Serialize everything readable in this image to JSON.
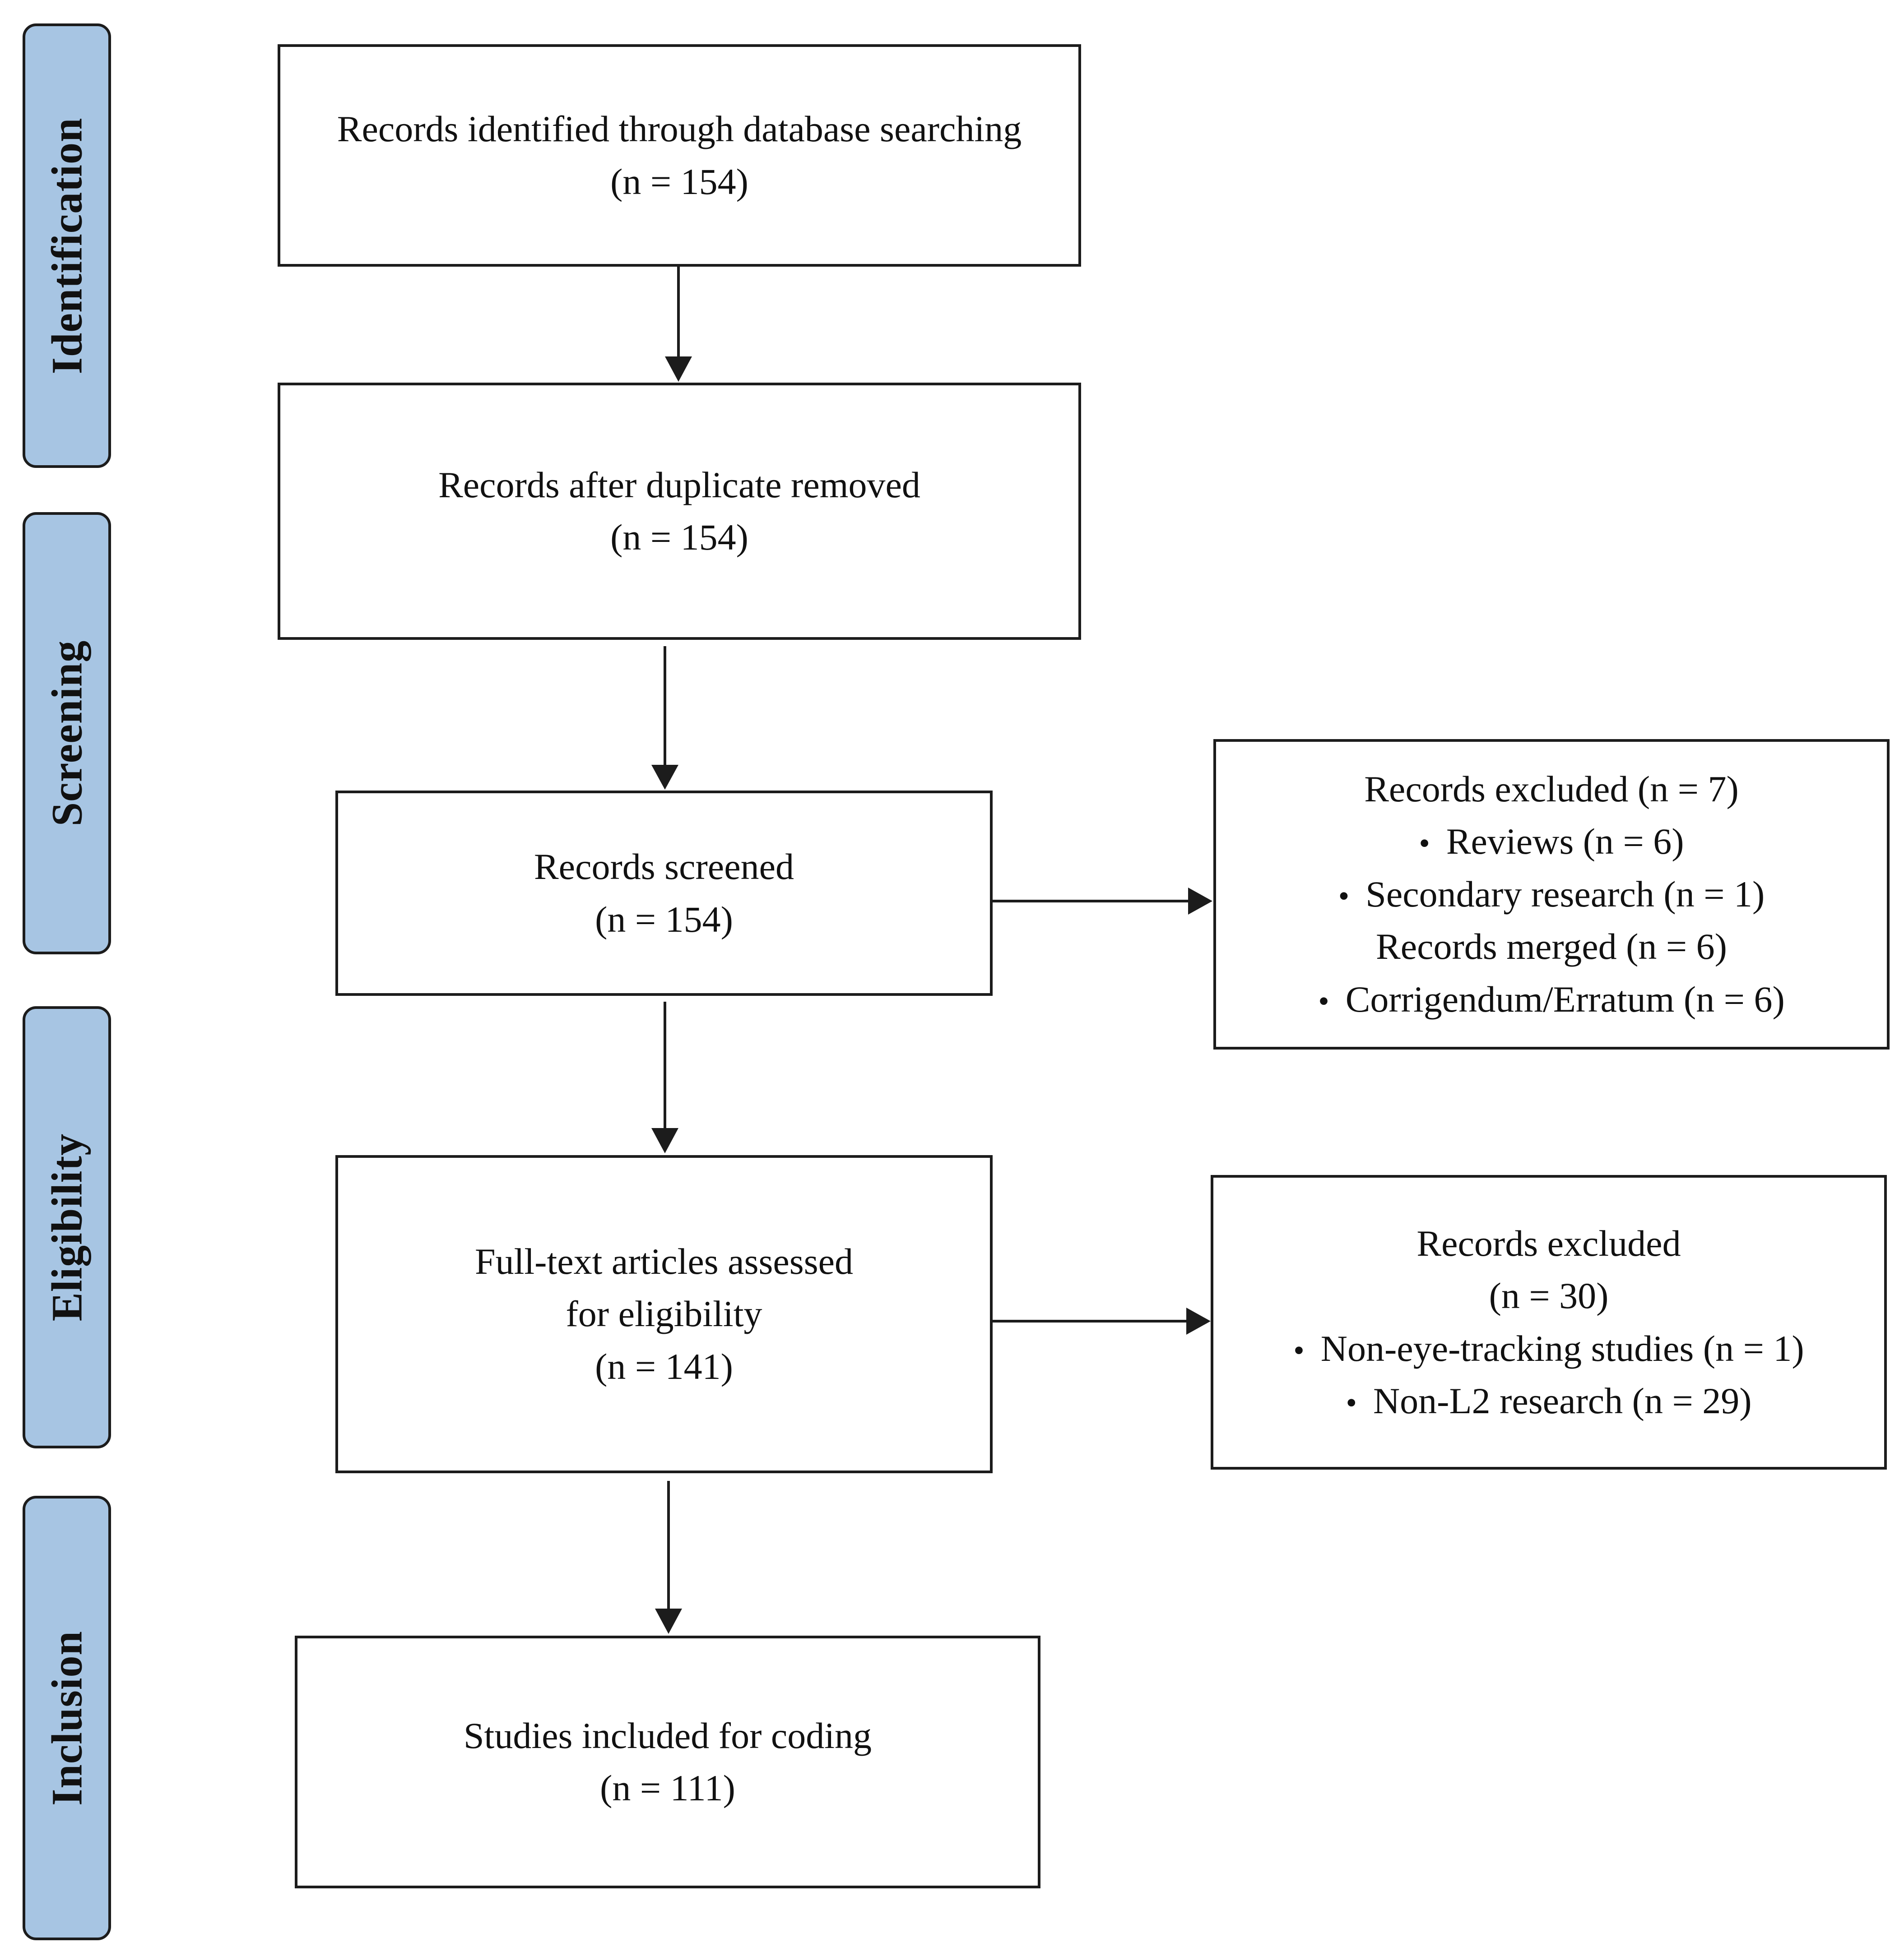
{
  "phases": {
    "identification": "Identification",
    "screening": "Screening",
    "eligibility": "Eligibility",
    "inclusion": "Inclusion"
  },
  "boxes": {
    "identified": {
      "line1": "Records identified through database searching",
      "line2": "(n = 154)"
    },
    "after_duplicates": {
      "line1": "Records after duplicate removed",
      "line2": "(n = 154)"
    },
    "screened": {
      "line1": "Records screened",
      "line2": "(n = 154)"
    },
    "excluded_screening": {
      "title": "Records excluded (n = 7)",
      "items": [
        "Reviews (n = 6)",
        "Secondary research (n = 1)"
      ],
      "merged": "Records merged (n = 6)",
      "merged_items": [
        "Corrigendum/Erratum (n = 6)"
      ]
    },
    "fulltext": {
      "line1": "Full-text articles assessed",
      "line2": "for eligibility",
      "line3": "(n = 141)"
    },
    "excluded_eligibility": {
      "title": "Records excluded",
      "count": "(n = 30)",
      "items": [
        "Non-eye-tracking studies (n = 1)",
        "Non-L2 research (n = 29)"
      ]
    },
    "included": {
      "line1": "Studies included for coding",
      "line2": "(n = 111)"
    }
  },
  "colors": {
    "phase_fill": "#a7c5e3",
    "border": "#1c1c1c"
  }
}
